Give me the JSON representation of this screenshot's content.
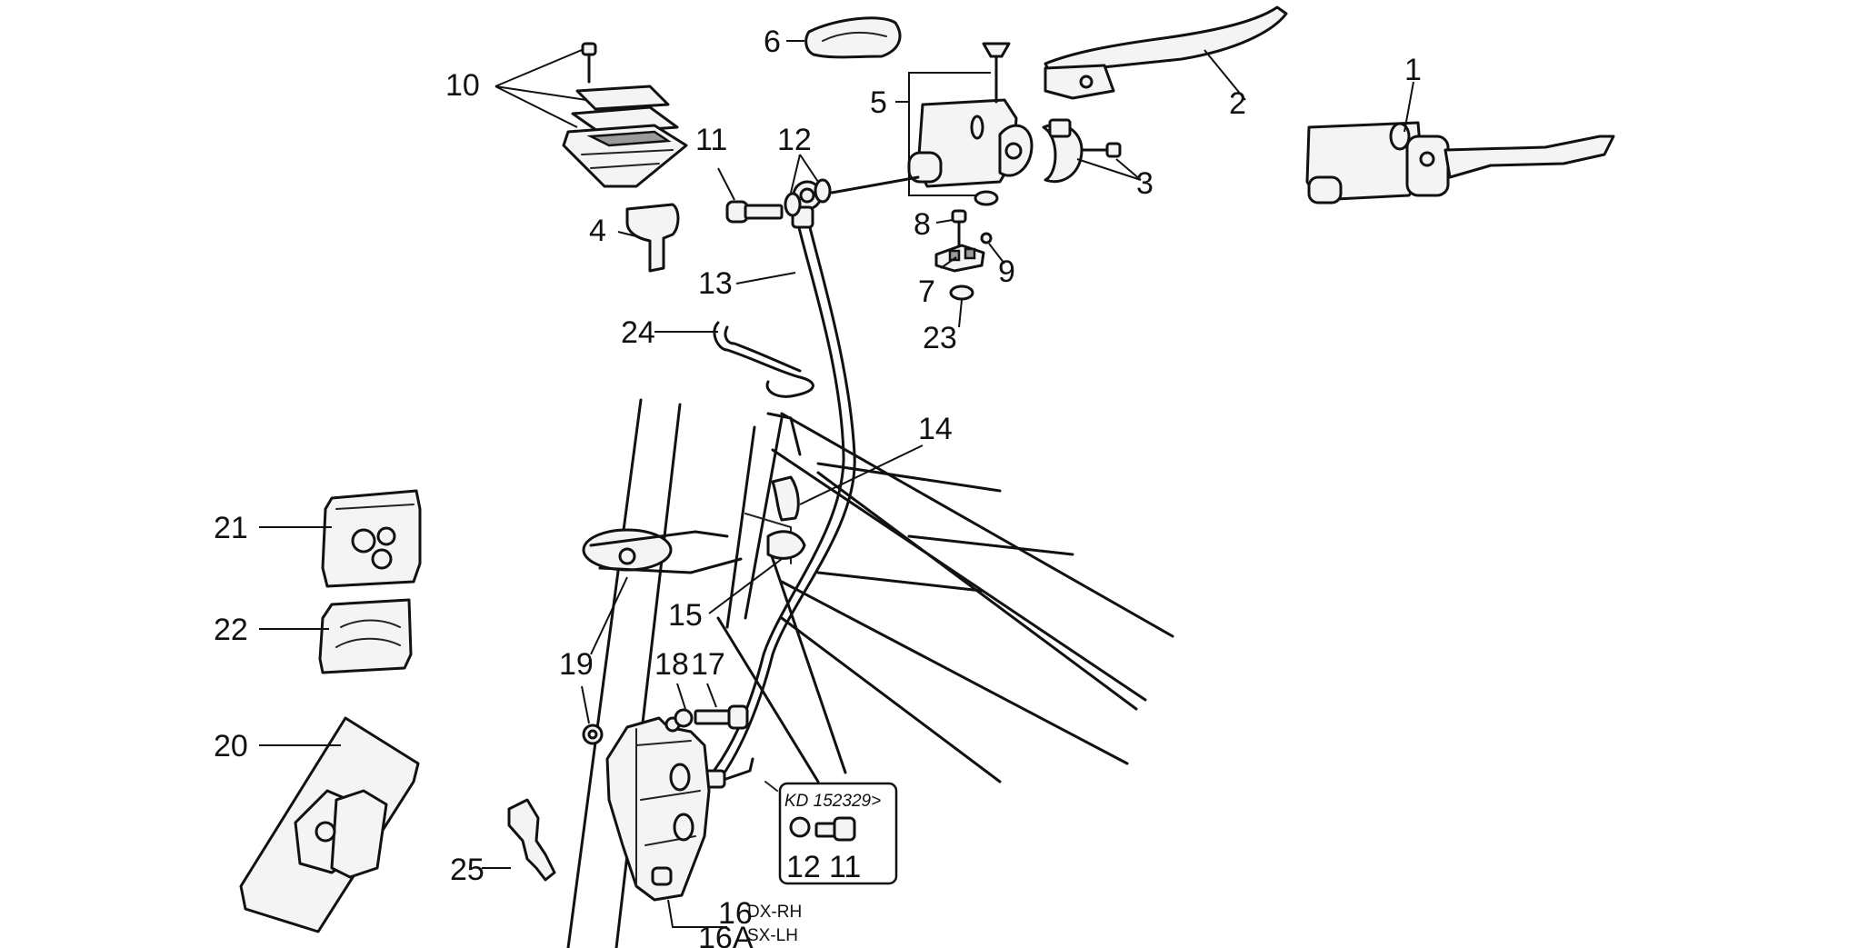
{
  "callouts": {
    "c1": "1",
    "c2": "2",
    "c3": "3",
    "c4": "4",
    "c5": "5",
    "c6": "6",
    "c7": "7",
    "c8": "8",
    "c9": "9",
    "c10": "10",
    "c11": "11",
    "c12": "12",
    "c13": "13",
    "c14": "14",
    "c15": "15",
    "c16": "16",
    "c16a": "16A",
    "c17": "17",
    "c18": "18",
    "c19": "19",
    "c20": "20",
    "c21": "21",
    "c22": "22",
    "c23": "23",
    "c24": "24",
    "c25": "25"
  },
  "variants": {
    "rh": "DX-RH",
    "lh": "SX-LH"
  },
  "kit_box": {
    "title": "KD 152329>",
    "item_12": "12",
    "item_11": "11"
  }
}
